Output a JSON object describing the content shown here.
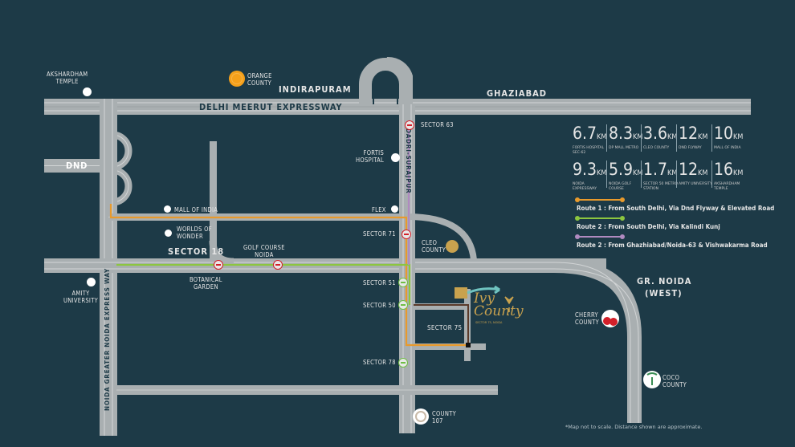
{
  "regions": {
    "indirapuram": "INDIRAPURAM",
    "ghaziabad": "GHAZIABAD",
    "gr_noida": "GR. NOIDA",
    "gr_noida_sub": "(WEST)",
    "sector_18": "SECTOR 18",
    "sector_75": "SECTOR 75"
  },
  "roads": {
    "expressway": "DELHI MEERUT EXPRESSWAY",
    "dnd": "DND",
    "noida_gn_expressway": "NOIDA GREATER NOIDA EXPRESS WAY",
    "dadri_road": "DADRI-SURAJPUR"
  },
  "landmarks": {
    "akshardham": "AKSHARDHAM\nTEMPLE",
    "orange_county": "ORANGE\nCOUNTY",
    "fortis": "FORTIS\nHOSPITAL",
    "mall_of_india": "MALL OF INDIA",
    "worlds_of_wonder": "WORLDS OF\nWONDER",
    "golf_course": "GOLF COURSE\nNOIDA",
    "botanical_garden": "BOTANICAL\nGARDEN",
    "amity": "AMITY\nUNIVERSITY",
    "flex": "FLEX",
    "cleo_county": "CLEO\nCOUNTY",
    "cherry_county": "CHERRY\nCOUNTY",
    "coco_county": "COCO\nCOUNTY",
    "county_107": "COUNTY\n107"
  },
  "metro_stations": {
    "sector_63": "SECTOR 63",
    "sector_71": "SECTOR 71",
    "sector_51": "SECTOR 51",
    "sector_50": "SECTOR 50",
    "sector_78": "SECTOR 78"
  },
  "project": {
    "name_line1": "Ivy",
    "name_line2": "County",
    "tagline": "SECTOR 75, NOIDA"
  },
  "distances": [
    {
      "value": "6.7",
      "unit": "KM",
      "desc": "FORTIS HOSPITAL SEC-62"
    },
    {
      "value": "8.3",
      "unit": "KM",
      "desc": "DP MALL METRO"
    },
    {
      "value": "3.6",
      "unit": "KM",
      "desc": "CLEO COUNTY"
    },
    {
      "value": "12",
      "unit": "KM",
      "desc": "DND FLYWAY"
    },
    {
      "value": "10",
      "unit": "KM",
      "desc": "MALL OF INDIA"
    },
    {
      "value": "9.3",
      "unit": "KM",
      "desc": "NOIDA EXPRESSWAY"
    },
    {
      "value": "5.9",
      "unit": "KM",
      "desc": "NOIDA GOLF COURSE"
    },
    {
      "value": "1.7",
      "unit": "KM",
      "desc": "SECTOR 50 METRO STATION"
    },
    {
      "value": "12",
      "unit": "KM",
      "desc": "AMITY UNIVERSITY"
    },
    {
      "value": "16",
      "unit": "KM",
      "desc": "AKSHARDHAM TEMPLE"
    }
  ],
  "routes": [
    {
      "label": "Route 1 : From South Delhi, Via Dnd Flyway & Elevated Road",
      "color": "#e89a2c"
    },
    {
      "label": "Route 2 : From South Delhi, Via Kalindi Kunj",
      "color": "#8cc63f"
    },
    {
      "label": "Route 2 : From Ghazhiabad/Noida-63 & Vishwakarma Road",
      "color": "#b08ac0"
    }
  ],
  "note": "*Map not to scale. Distance shown are approximate."
}
